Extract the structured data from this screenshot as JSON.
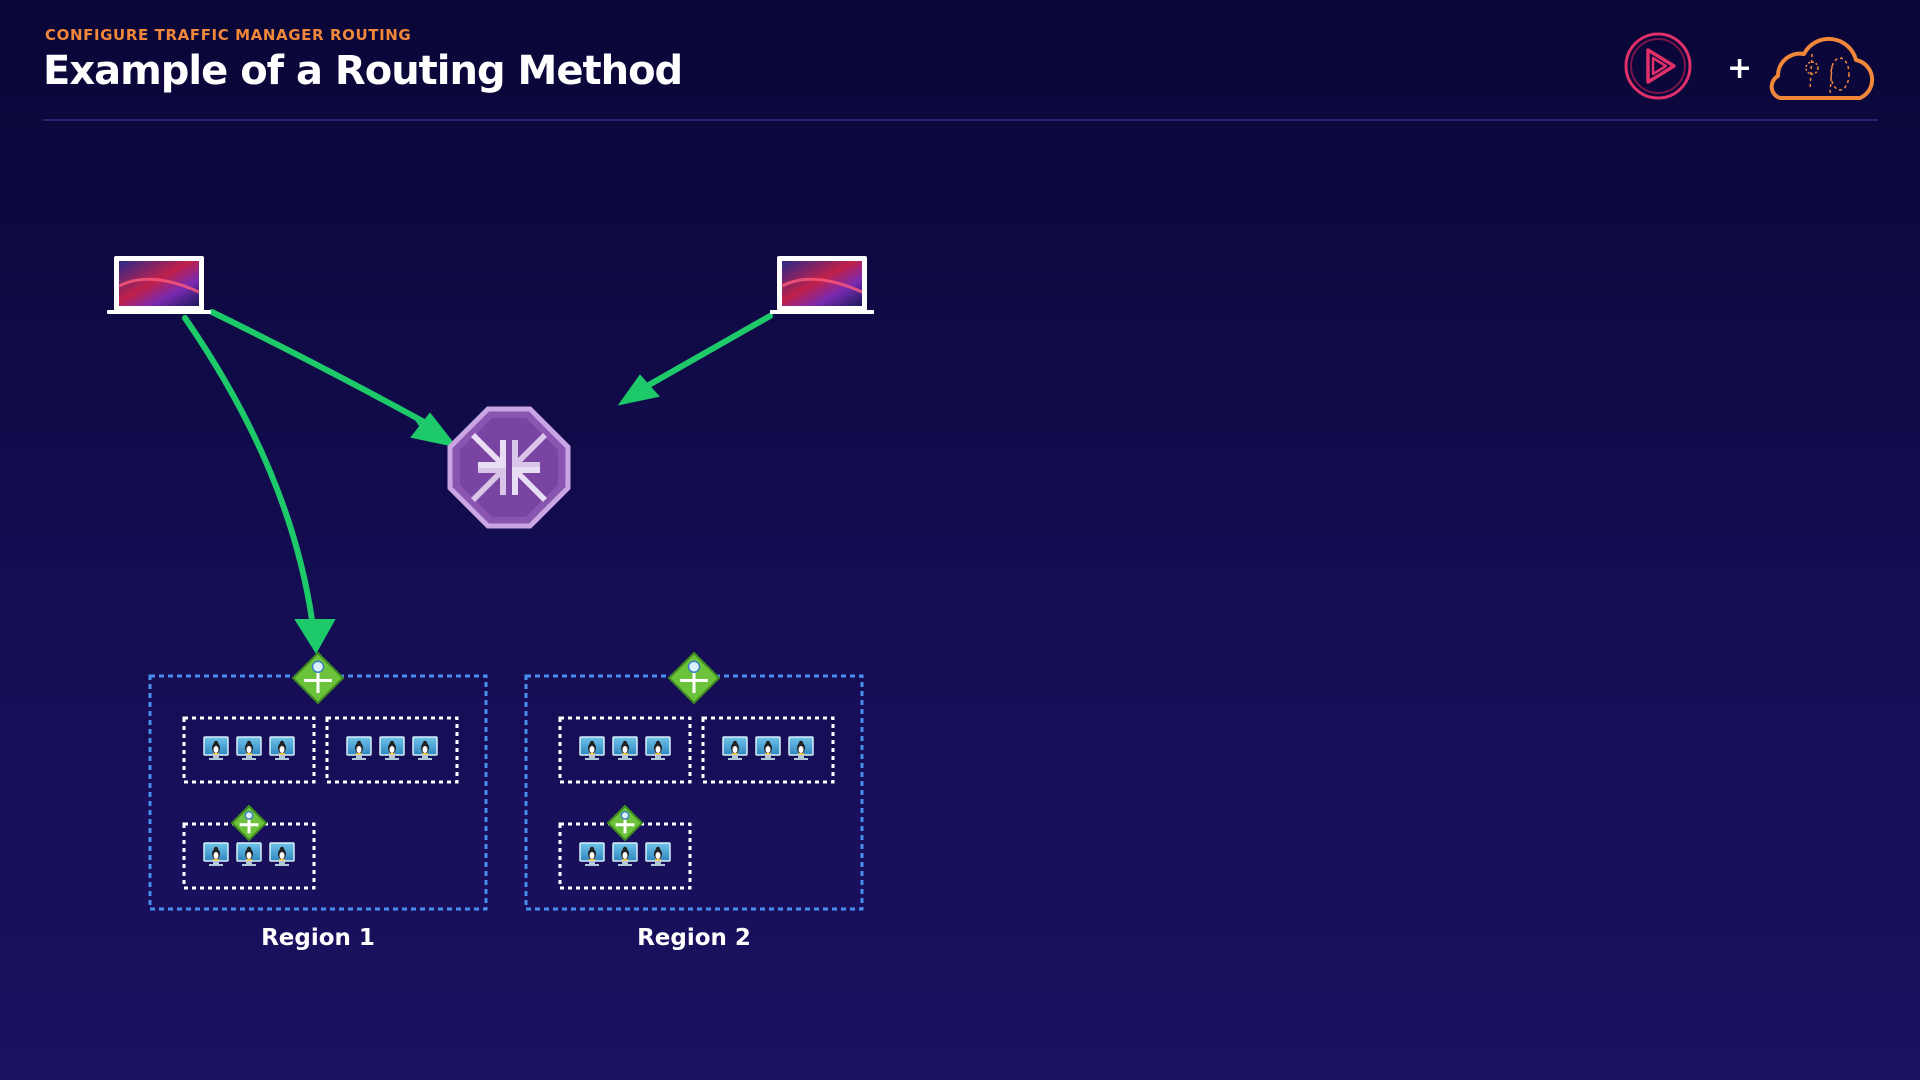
{
  "header": {
    "eyebrow": "CONFIGURE TRAFFIC MANAGER ROUTING",
    "title": "Example of a Routing Method"
  },
  "logos": {
    "left": "pluralsight-play-icon",
    "joiner": "+",
    "right": "cloud-icon"
  },
  "diagram": {
    "clients": [
      {
        "name": "client-laptop-1",
        "icon": "laptop-icon"
      },
      {
        "name": "client-laptop-2",
        "icon": "laptop-icon"
      }
    ],
    "central_node": {
      "name": "traffic-manager",
      "icon": "traffic-manager-icon",
      "color": "#8a55b0"
    },
    "regions": [
      {
        "label": "Region 1",
        "vm_groups": 3,
        "vms_per_group": 3
      },
      {
        "label": "Region 2",
        "vm_groups": 3,
        "vms_per_group": 3
      }
    ],
    "colors": {
      "arrow": "#1ec96a",
      "region_border": "#4a8df0",
      "group_border": "#ffffff",
      "load_balancer": "#6cc23a",
      "accent": "#f0873a"
    }
  }
}
